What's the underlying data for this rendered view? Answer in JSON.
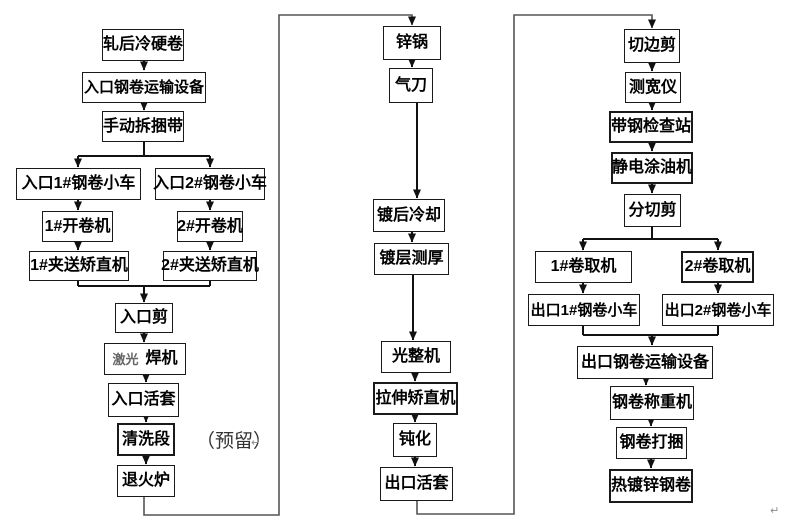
{
  "colors": {
    "background": "#ffffff",
    "box_border": "#1a1a1a",
    "text": "#000000",
    "muted_text": "#666666",
    "connector": "#111111",
    "loop_line": "#555555"
  },
  "nodes": {
    "rolled_cold_hard_coil": "轧后冷硬卷",
    "entry_coil_transport": "入口钢卷运输设备",
    "manual_strap_removal": "手动拆捆带",
    "entry_coil_car_1": "入口1#钢卷小车",
    "entry_coil_car_2": "入口2#钢卷小车",
    "uncoiler_1": "1#开卷机",
    "uncoiler_2": "2#开卷机",
    "pinch_leveler_1": "1#夹送矫直机",
    "pinch_leveler_2": "2#夹送矫直机",
    "entry_shear": "入口剪",
    "laser_welder_prefix": "激光",
    "laser_welder_main": "焊机",
    "entry_looper": "入口活套",
    "cleaning_section": "清洗段",
    "annealing_furnace": "退火炉",
    "zinc_pot": "锌锅",
    "air_knife": "气刀",
    "post_plating_cooling": "镀后冷却",
    "coating_thickness_gauge": "镀层测厚",
    "skin_pass_mill": "光整机",
    "tension_leveler": "拉伸矫直机",
    "passivation": "钝化",
    "exit_looper": "出口活套",
    "edge_trimmer": "切边剪",
    "width_gauge": "测宽仪",
    "strip_inspection_station": "带钢检查站",
    "electrostatic_oiler": "静电涂油机",
    "slitting_shear": "分切剪",
    "coiler_1": "1#卷取机",
    "coiler_2": "2#卷取机",
    "exit_coil_car_1": "出口1#钢卷小车",
    "exit_coil_car_2": "出口2#钢卷小车",
    "exit_coil_transport": "出口钢卷运输设备",
    "coil_weigher": "钢卷称重机",
    "coil_strapping": "钢卷打捆",
    "hot_dip_galvanized_coil": "热镀锌钢卷"
  },
  "annotations": {
    "reserved_note": "（预留）",
    "return_mark_1": "↵",
    "return_mark_2": "↵"
  }
}
